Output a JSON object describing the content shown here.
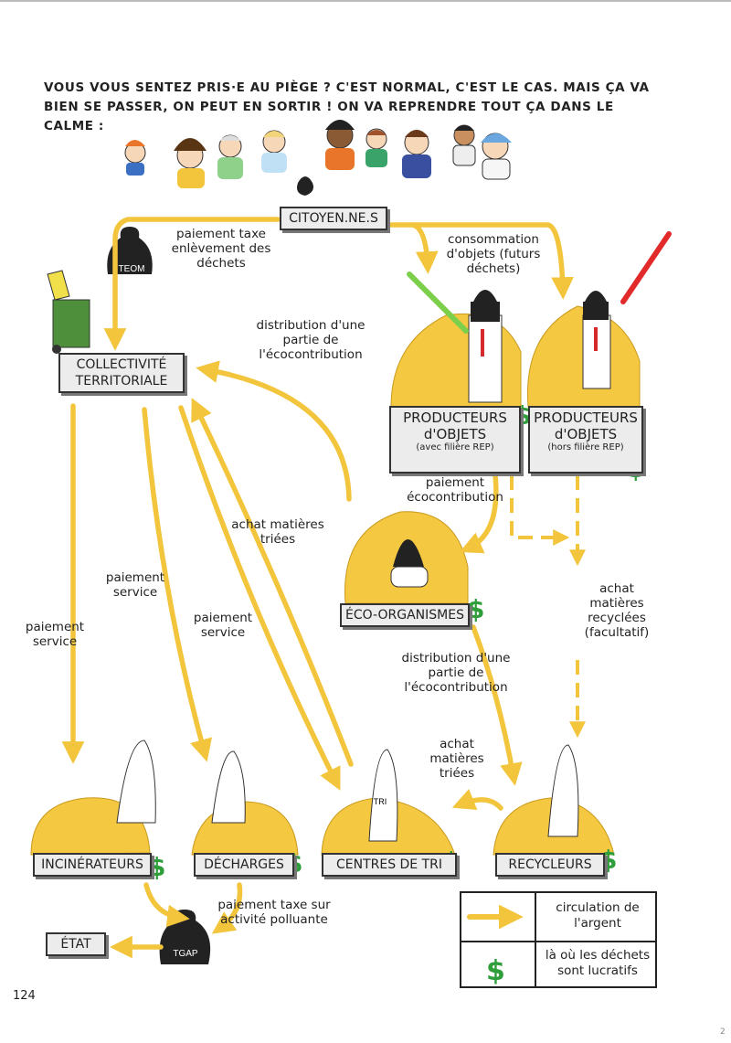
{
  "intro": "VOUS VOUS SENTEZ PRIS·E AU PIÈGE ? C'EST NORMAL, C'EST LE CAS. MAIS ÇA VA BIEN SE PASSER, ON PEUT EN SORTIR ! ON VA REPRENDRE TOUT ÇA DANS LE CALME :",
  "nodes": {
    "citoyens": "CITOYEN.NE.S",
    "collectivite": "COLLECTIVITÉ TERRITORIALE",
    "prod_rep": "PRODUCTEURS d'OBJETS",
    "prod_rep_sub": "(avec filière REP)",
    "prod_hors": "PRODUCTEURS d'OBJETS",
    "prod_hors_sub": "(hors filière REP)",
    "eco": "ÉCO-ORGANISMES",
    "incinerateurs": "INCINÉRATEURS",
    "decharges": "DÉCHARGES",
    "centres": "CENTRES DE TRI",
    "recycleurs": "RECYCLEURS",
    "etat": "ÉTAT"
  },
  "bags": {
    "teom": "TEOM",
    "tgap": "TGAP"
  },
  "tri_tag": "TRI",
  "labels": {
    "taxe_enlevement": "paiement taxe enlèvement des déchets",
    "consommation": "consommation d'objets (futurs déchets)",
    "distribution1": "distribution d'une partie de l'écocontribution",
    "ecocontribution": "paiement écocontribution",
    "achat_triees": "achat matières triées",
    "service1": "paiement service",
    "service2": "paiement service",
    "service3": "paiement service",
    "achat_recyclees": "achat matières recyclées (facultatif)",
    "distribution2": "distribution d'une partie de l'écocontribution",
    "achat_triees2": "achat matières triées",
    "taxe_polluante": "paiement taxe sur activité polluante"
  },
  "legend": {
    "arrow": "circulation de l'argent",
    "dollar": "là où les déchets sont lucratifs"
  },
  "dollar_sign": "$",
  "page_number": "124",
  "corner_mark": "2",
  "colors": {
    "arrow": "#f2c53d",
    "gold": "#f5c842",
    "gold_dark": "#d9a521",
    "box": "#ececec",
    "dollar": "#2e9e3a"
  }
}
